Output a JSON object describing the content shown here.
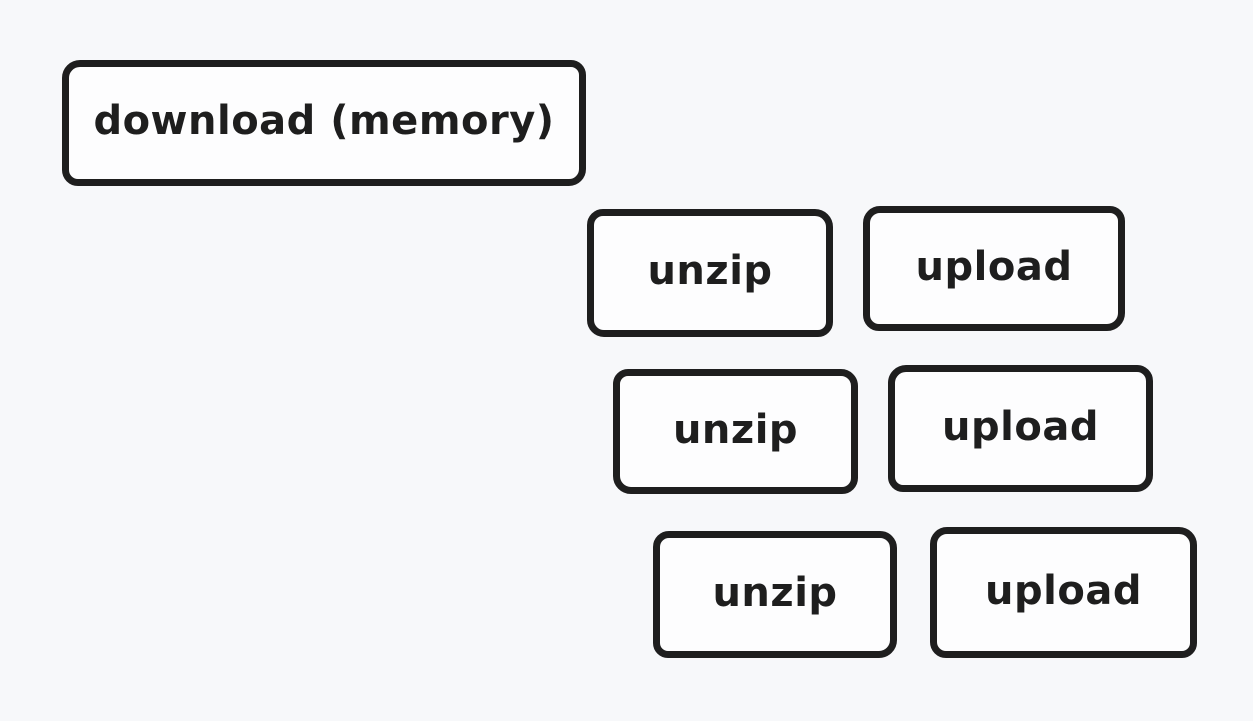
{
  "canvas": {
    "background_color": "#f7f8fa",
    "stroke_color": "#1e1e1e",
    "node_fill_color": "#fdfdfe"
  },
  "diagram": {
    "type": "pipeline-staggered-blocks",
    "nodes": [
      {
        "id": "download",
        "label": "download (memory)",
        "row": 0
      },
      {
        "id": "unzip-1",
        "label": "unzip",
        "row": 1
      },
      {
        "id": "upload-1",
        "label": "upload",
        "row": 1
      },
      {
        "id": "unzip-2",
        "label": "unzip",
        "row": 2
      },
      {
        "id": "upload-2",
        "label": "upload",
        "row": 2
      },
      {
        "id": "unzip-3",
        "label": "unzip",
        "row": 3
      },
      {
        "id": "upload-3",
        "label": "upload",
        "row": 3
      }
    ]
  }
}
